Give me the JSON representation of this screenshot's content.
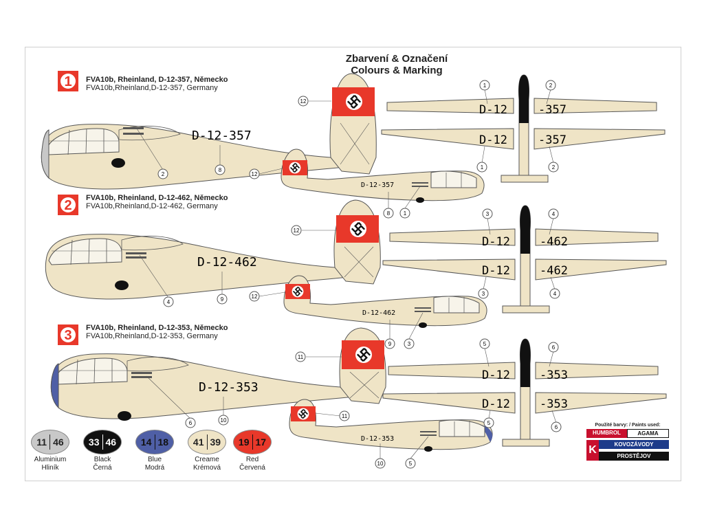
{
  "header": {
    "title_cz": "Zbarvení & Označení",
    "title_en": "Colours & Marking"
  },
  "variants": [
    {
      "number": "1",
      "label_cz": "FVA10b, Rheinland, D-12-357, Německo",
      "label_en": "FVA10b,Rheinland,D-12-357, Germany",
      "registration": "D-12-357",
      "wing_left": "D-12",
      "wing_right": "-357"
    },
    {
      "number": "2",
      "label_cz": "FVA10b, Rheinland, D-12-462, Německo",
      "label_en": "FVA10b,Rheinland,D-12-462, Germany",
      "registration": "D-12-462",
      "wing_left": "D-12",
      "wing_right": "-462"
    },
    {
      "number": "3",
      "label_cz": "FVA10b, Rheinland, D-12-353, Německo",
      "label_en": "FVA10b,Rheinland,D-12-353, Germany",
      "registration": "D-12-353",
      "wing_left": "D-12",
      "wing_right": "-353"
    }
  ],
  "callouts": {
    "v1_side": [
      "12",
      "2",
      "8"
    ],
    "v1_small": [
      "12",
      "8",
      "1"
    ],
    "v1_wing": [
      "1",
      "2",
      "1",
      "2"
    ],
    "v2_side": [
      "12",
      "4",
      "9"
    ],
    "v2_small": [
      "12",
      "9",
      "3"
    ],
    "v2_wing": [
      "3",
      "4",
      "3",
      "4"
    ],
    "v3_side": [
      "11",
      "6",
      "10"
    ],
    "v3_small": [
      "11",
      "10",
      "5"
    ],
    "v3_wing": [
      "5",
      "6",
      "5",
      "6"
    ]
  },
  "paints": [
    {
      "left": "11",
      "right": "46",
      "name_en": "Aluminium",
      "name_cz": "Hliník",
      "color": "#c8c8c8",
      "text_color": "#222222"
    },
    {
      "left": "33",
      "right": "46",
      "name_en": "Black",
      "name_cz": "Černá",
      "color": "#111111",
      "text_color": "#ffffff"
    },
    {
      "left": "14",
      "right": "18",
      "name_en": "Blue",
      "name_cz": "Modrá",
      "color": "#4f5fa6",
      "text_color": "#111111"
    },
    {
      "left": "41",
      "right": "39",
      "name_en": "Creame",
      "name_cz": "Krémová",
      "color": "#efe4c6",
      "text_color": "#222222"
    },
    {
      "left": "19",
      "right": "17",
      "name_en": "Red",
      "name_cz": "Červená",
      "color": "#e8382a",
      "text_color": "#111111"
    }
  ],
  "paint_brands": {
    "used_label": "Použité barvy: / Paints used:",
    "brand1": "HUMBROL",
    "brand2": "AGAMA",
    "maker1": "KOVOZÁVODY",
    "maker2": "PROSTĚJOV"
  },
  "colors": {
    "cream": "#efe4c6",
    "red": "#e8382a",
    "blue": "#4f5fa6",
    "silver": "#c8c8c8",
    "black": "#111111"
  }
}
